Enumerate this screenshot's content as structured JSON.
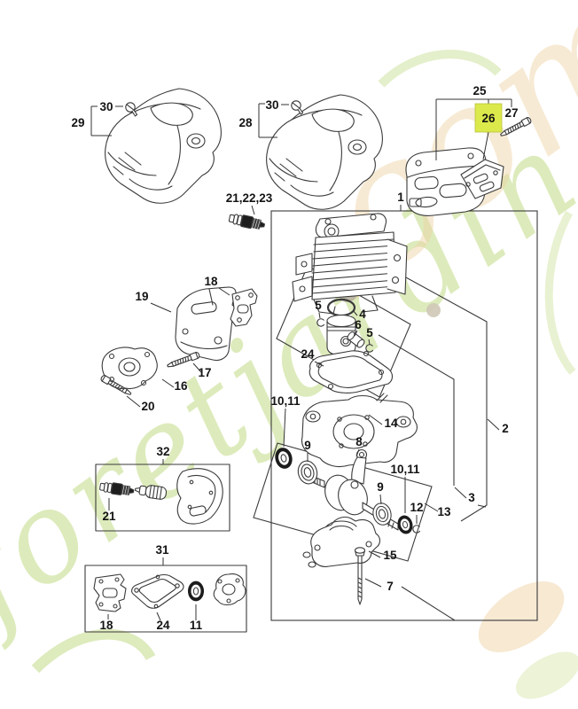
{
  "page": {
    "background": "#ffffff",
    "type": "exploded-parts-diagram"
  },
  "colors": {
    "highlight": "#dce94b",
    "line": "#3a3a3a",
    "label": "#141414",
    "watermark_green": "#bcd87c",
    "watermark_beige": "#eed2a2",
    "watermark_gray": "#b8b2a3"
  },
  "watermark": {
    "script": "foretjardin",
    "suffix": ".com"
  },
  "selected_part": {
    "number": "26"
  },
  "callouts": {
    "cover_left": "29",
    "cover_left_screw": "30",
    "cover_mid": "28",
    "cover_mid_screw": "30",
    "muffler_assembly": "25",
    "spark_arrester": "26",
    "muffler_bolt": "27",
    "spark_plug_set": "21,22,23",
    "engine_assembly": "1",
    "shortblock_assembly": "2",
    "crankcase_assembly": "3",
    "piston_ring": "4",
    "circlip_left": "5",
    "circlip_right": "5",
    "wrist_pin": "6",
    "screw_7": "7",
    "crankshaft": "8",
    "bearing_left": "9",
    "bearing_right": "9",
    "oil_seal_left": "10,11",
    "oil_seal_right": "10,11",
    "circlip_12": "12",
    "crankshaft_sub_assembly": "13",
    "crankcase_14": "14",
    "crankcase_half_15": "15",
    "flange_16": "16",
    "screw_17": "17",
    "gasket_18": "18",
    "shield_19": "19",
    "screw_20": "20",
    "gasket_24": "24",
    "kit_32": "32",
    "kit_spark_plug_21": "21",
    "kit_31": "31",
    "kit_gasket_18": "18",
    "kit_gasket_24": "24",
    "kit_oil_seal_11": "11"
  }
}
